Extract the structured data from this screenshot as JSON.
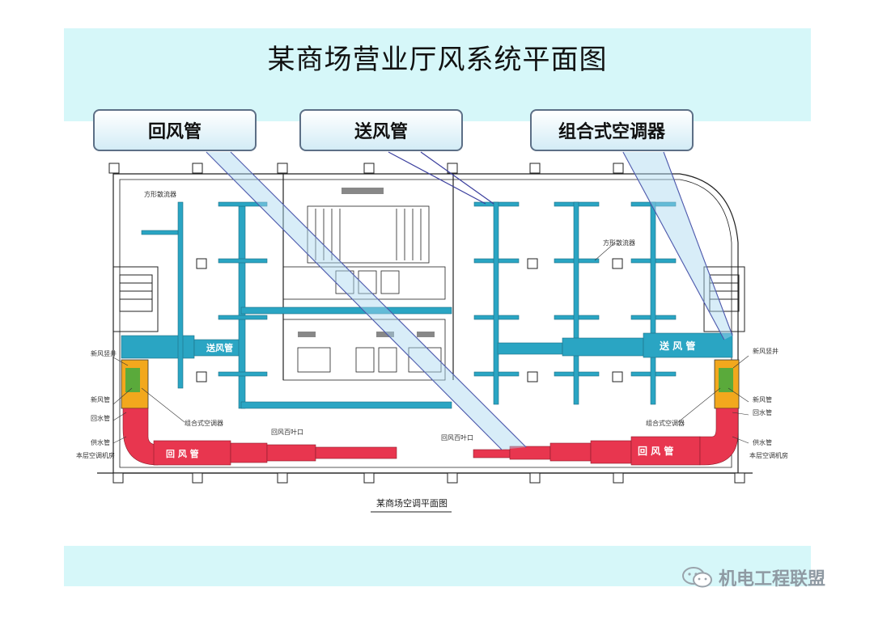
{
  "title": "某商场营业厅风系统平面图",
  "callouts": {
    "return_duct": "回风管",
    "supply_duct": "送风管",
    "ahu": "组合式空调器"
  },
  "plan": {
    "supply_left": "送风管",
    "supply_right": "送 风 管",
    "return_left": "回 风 管",
    "return_right": "回 风 管",
    "diffuser_left": "方形散流器",
    "diffuser_right": "方形散流器",
    "intake_shaft_left": "新风竖井",
    "intake_shaft_right": "新风竖井",
    "fresh_air_left": "新风管",
    "fresh_air_right": "新风管",
    "ahu_left": "组合式空调器",
    "ahu_right": "组合式空调器",
    "return_pipe_left": "回水管",
    "return_pipe_right": "回水管",
    "supply_pipe_left": "供水管",
    "supply_pipe_right": "供水管",
    "room_left": "本层空调机房",
    "room_right": "本层空调机房",
    "return_vent_left": "回风百叶口",
    "return_vent_right": "回风百叶口",
    "caption": "某商场空调平面图"
  },
  "watermark": "机电工程联盟",
  "colors": {
    "supply": "#2aa5c3",
    "return": "#e8364f",
    "fresh": "#f2a81d",
    "ahu": "#5aaa3b",
    "band": "#d6f7f9"
  }
}
